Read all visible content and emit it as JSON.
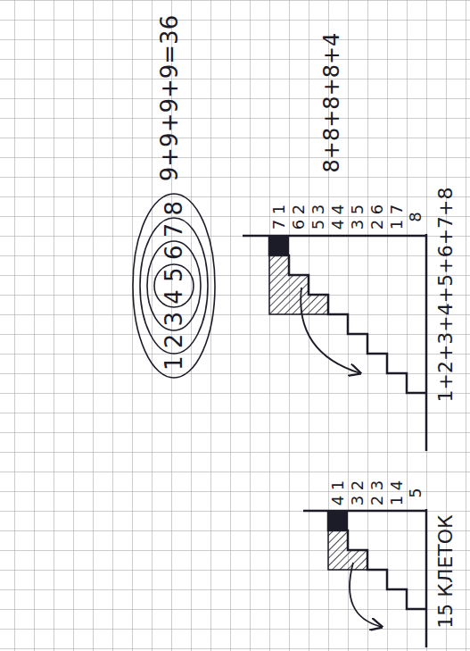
{
  "diagram": {
    "labels": [
      "9+9+9+9=36",
      "1 2 3 4 5 6 7 8",
      "8+8+8+8+4",
      "7 1",
      "6 2",
      "5 3",
      "4 4",
      "3 5",
      "2 6",
      "1 7",
      "8",
      "1+2+3+4+5+6+7+8",
      "4 1",
      "3 2",
      "2 3",
      "1 4",
      "5",
      "15 КЛЕТОК"
    ]
  }
}
